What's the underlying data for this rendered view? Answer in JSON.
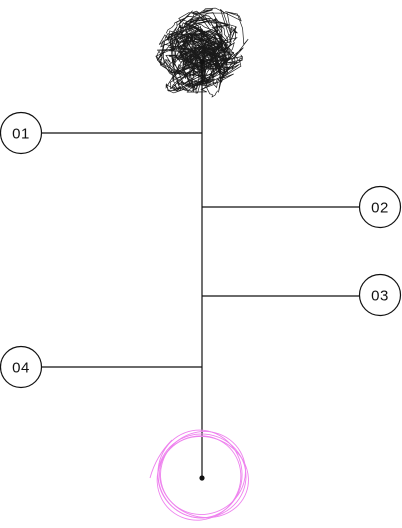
{
  "steps": [
    {
      "label": "01"
    },
    {
      "label": "02"
    },
    {
      "label": "03"
    },
    {
      "label": "04"
    }
  ],
  "colors": {
    "line": "#111111",
    "tangle": "#1a1a1a",
    "circle": "#ee82ee",
    "background": "#ffffff"
  },
  "icons": {
    "top": "tangled-scribble-icon",
    "bottom": "loose-circle-icon"
  }
}
